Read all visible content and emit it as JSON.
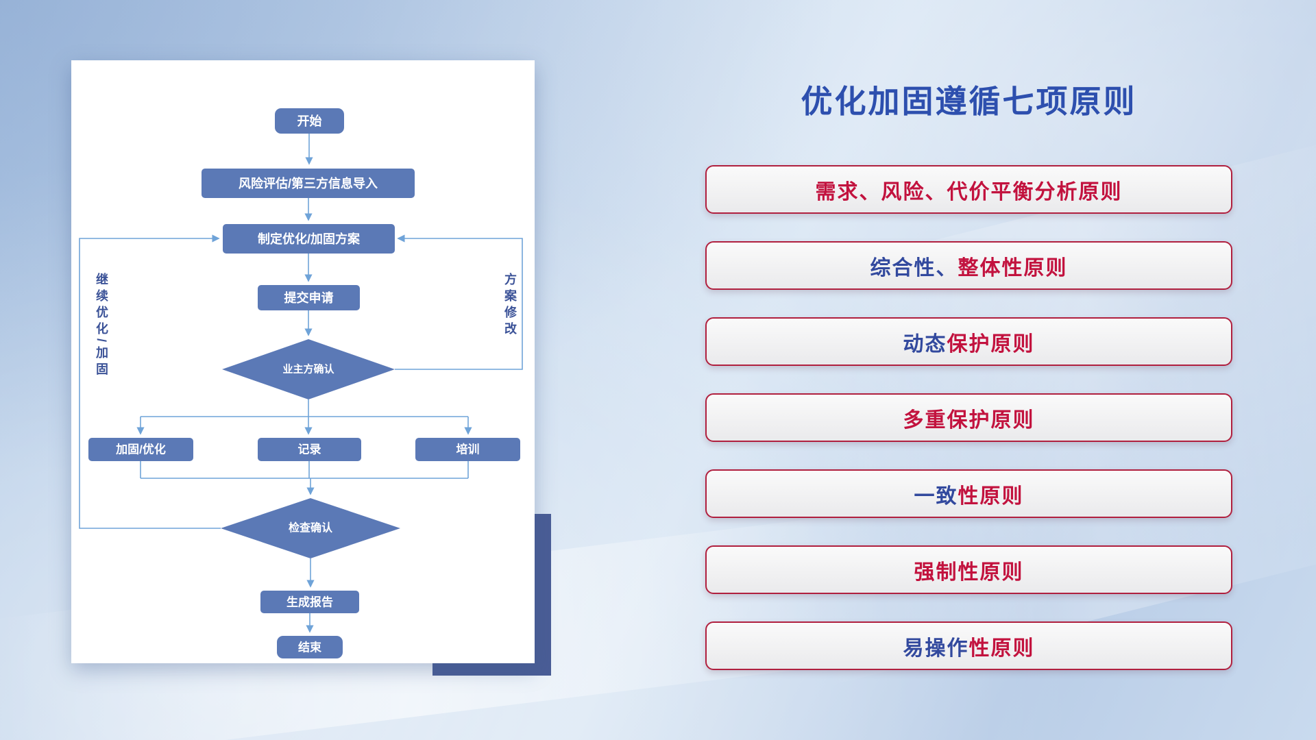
{
  "slide": {
    "title": "优化加固遵循七项原则"
  },
  "flowchart": {
    "nodes": {
      "start": "开始",
      "risk_import": "风险评估/第三方信息导入",
      "make_plan": "制定优化/加固方案",
      "submit": "提交申请",
      "owner_confirm": "业主方确认",
      "reinforce": "加固/优化",
      "record": "记录",
      "training": "培训",
      "check_confirm": "检查确认",
      "report": "生成报告",
      "end": "结束"
    },
    "side_labels": {
      "left": "继续优化/加固",
      "right": "方案修改"
    }
  },
  "principles": [
    {
      "blue": "",
      "red": "需求、风险、代价平衡分析原则"
    },
    {
      "blue": "综合性、",
      "red": "整体性原则"
    },
    {
      "blue": "动态",
      "red": "保护原则"
    },
    {
      "blue": "",
      "red": "多重保护原则"
    },
    {
      "blue": "一致",
      "red": "性原则"
    },
    {
      "blue": "",
      "red": "强制性原则"
    },
    {
      "blue": "易操作",
      "red": "性原则"
    }
  ],
  "colors": {
    "title_blue": "#2d4fae",
    "principle_red": "#c2123e",
    "principle_blue": "#32499e",
    "principle_border": "#b01f3e",
    "node_fill": "#5b79b6",
    "connector_blue": "#6fa3d8",
    "accent_block": "#4a5d96"
  }
}
